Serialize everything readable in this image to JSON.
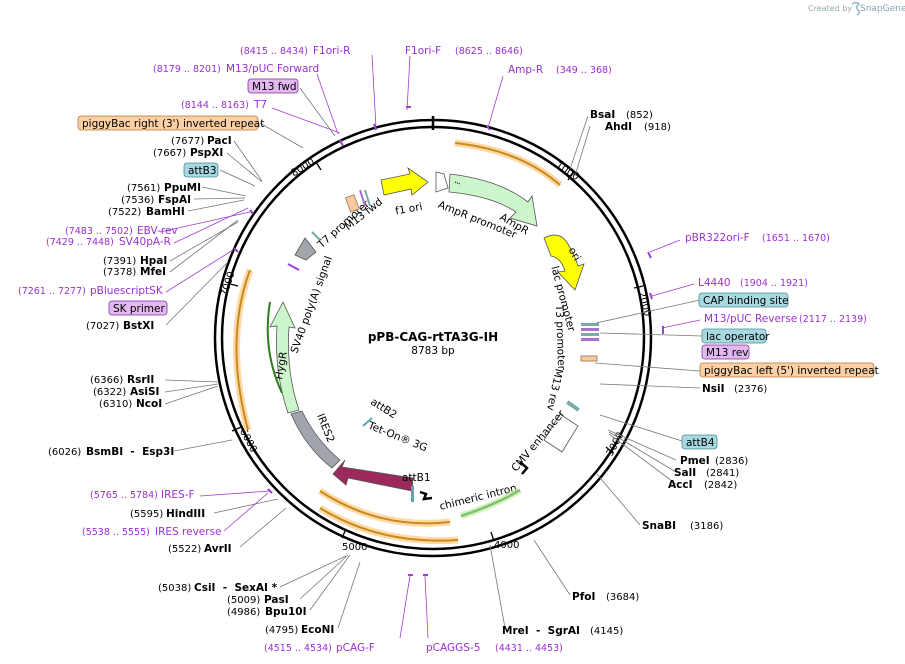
{
  "brand": "Created by SnapGene",
  "plasmid": {
    "name": "pPB-CAG-rtTA3G-IH",
    "length": "8783 bp"
  },
  "ticks": [
    "1000",
    "2000",
    "3000",
    "4000",
    "5000",
    "6000",
    "7000",
    "8000"
  ],
  "features": {
    "f1ori": "f1 ori",
    "ampr": "AmpR",
    "ampr_promoter": "AmpR promoter",
    "ori": "ori",
    "lac_promoter": "lac promoter",
    "t3_promoter": "T3 promoter",
    "m13rev": "M13 rev",
    "cmv": "CMV enhancer",
    "chimeric": "chimeric intron",
    "tet": "Tet-On® 3G",
    "attb1": "attB1",
    "attb2": "attB2",
    "ires2": "IRES2",
    "hygr": "HygR",
    "sv40": "SV40 poly(A) signal",
    "t7": "T7 promoter",
    "m13fwd": "M13 fwd"
  },
  "sites": [
    {
      "n": "BsaI",
      "p": "(852)"
    },
    {
      "n": "AhdI",
      "p": "(918)"
    },
    {
      "n": "NsiI",
      "p": "(2376)"
    },
    {
      "n": "PmeI",
      "p": "(2836)"
    },
    {
      "n": "SalI",
      "p": "(2841)"
    },
    {
      "n": "AccI",
      "p": "(2842)"
    },
    {
      "n": "SnaBI",
      "p": "(3186)"
    },
    {
      "n": "PfoI",
      "p": "(3684)"
    },
    {
      "n": "MreI  -  SgrAI",
      "p": "(4145)"
    },
    {
      "n": "EcoNI",
      "p": "(4795)"
    },
    {
      "n": "Bpu10I",
      "p": "(4986)"
    },
    {
      "n": "PasI",
      "p": "(5009)"
    },
    {
      "n": "CsiI  -  SexAI *",
      "p": "(5038)"
    },
    {
      "n": "AvrII",
      "p": "(5522)"
    },
    {
      "n": "HindIII",
      "p": "(5595)"
    },
    {
      "n": "BsmBI  -  Esp3I",
      "p": "(6026)"
    },
    {
      "n": "NcoI",
      "p": "(6310)"
    },
    {
      "n": "AsiSI",
      "p": "(6322)"
    },
    {
      "n": "RsrII",
      "p": "(6366)"
    },
    {
      "n": "BstXI",
      "p": "(7027)"
    },
    {
      "n": "MfeI",
      "p": "(7378)"
    },
    {
      "n": "HpaI",
      "p": "(7391)"
    },
    {
      "n": "BamHI",
      "p": "(7522)"
    },
    {
      "n": "FspAI",
      "p": "(7536)"
    },
    {
      "n": "PpuMI",
      "p": "(7561)"
    },
    {
      "n": "PspXI",
      "p": "(7667)"
    },
    {
      "n": "PacI",
      "p": "(7677)"
    }
  ],
  "primers": [
    {
      "n": "F1ori-R",
      "p": "(8415 .. 8434)"
    },
    {
      "n": "F1ori-F",
      "p": "(8625 .. 8646)"
    },
    {
      "n": "Amp-R",
      "p": "(349 .. 368)"
    },
    {
      "n": "M13/pUC Forward",
      "p": "(8179 .. 8201)"
    },
    {
      "n": "T7",
      "p": "(8144 .. 8163)"
    },
    {
      "n": "pBR322ori-F",
      "p": "(1651 .. 1670)"
    },
    {
      "n": "L4440",
      "p": "(1904 .. 1921)"
    },
    {
      "n": "M13/pUC Reverse",
      "p": "(2117 .. 2139)"
    },
    {
      "n": "EBV-rev",
      "p": "(7483 .. 7502)"
    },
    {
      "n": "SV40pA-R",
      "p": "(7429 .. 7448)"
    },
    {
      "n": "pBluescriptSK",
      "p": "(7261 .. 7277)"
    },
    {
      "n": "IRES-F",
      "p": "(5765 .. 5784)"
    },
    {
      "n": "IRES reverse",
      "p": "(5538 .. 5555)"
    },
    {
      "n": "pCAG-F",
      "p": "(4515 .. 4534)"
    },
    {
      "n": "pCAGGS-5",
      "p": "(4431 .. 4453)"
    }
  ],
  "boxes": {
    "m13fwd": "M13 fwd",
    "piggy_right": "piggyBac right (3') inverted repeat",
    "attb3": "attB3",
    "sk": "SK primer",
    "cap": "CAP binding site",
    "lacop": "lac operator",
    "m13rev": "M13 rev",
    "piggy_left": "piggyBac left (5') inverted repeat",
    "attb4": "attB4"
  }
}
